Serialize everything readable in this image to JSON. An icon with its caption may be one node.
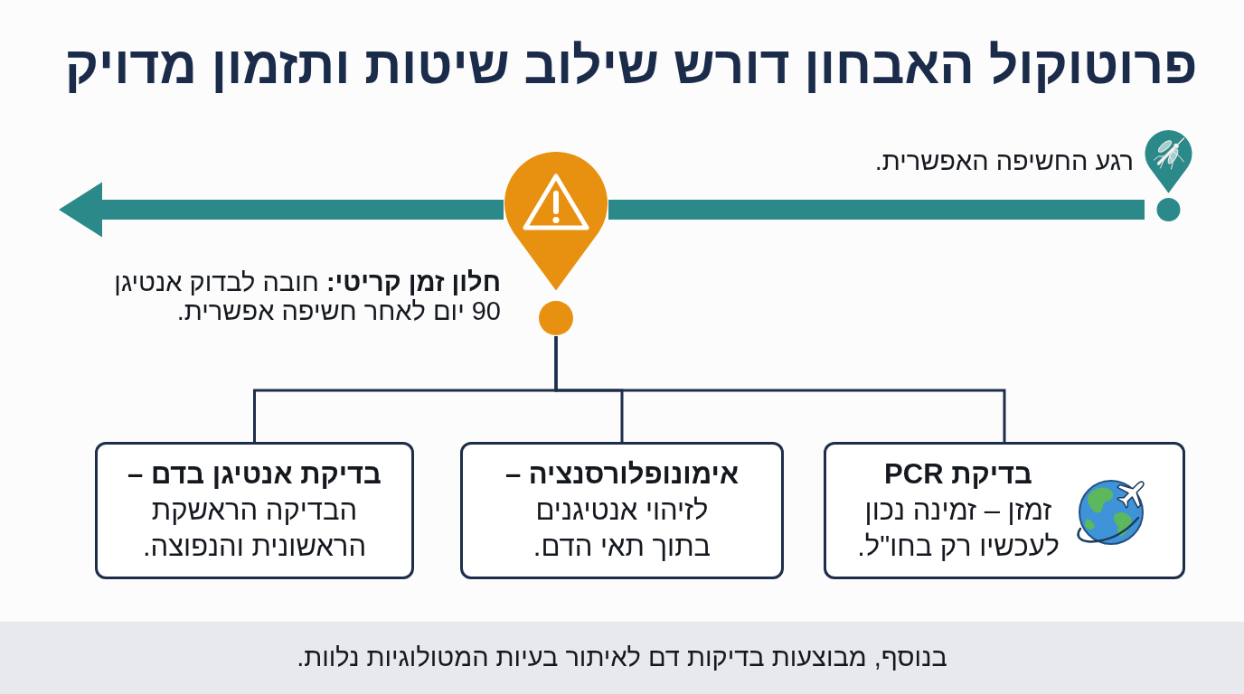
{
  "diagram": {
    "title": "פרוטוקול האבחון דורש שילוב שיטות ותזמון מדויק",
    "nodes": [
      {
        "text": [],
        "shape": "picture",
        "beside": [
          "רגע החשיפה האפשרית."
        ]
      },
      {
        "text": [],
        "shape": "picture",
        "beside": [
          "**חלון זמן קריטי:** חובה לבדוק אנטיגן 90 יום לאחר חשיפה אפשרית."
        ]
      },
      {
        "text": [
          "בדיקת PCR",
          "זמזן – זמינה נכון לעכשיו רק בחו\"ל."
        ]
      },
      {
        "text": [
          "אימונופלורסנציה –",
          "לזיהוי אנטיגנים בתוך תאי הדם."
        ]
      },
      {
        "text": [
          "בדיקת אנטיגן בדם –",
          "הבדיקה הראשקת הראשונית והנפוצה."
        ]
      },
      {
        "text": [
          "בנוסף, מבוצעות בדיקות דם לאיתור בעיות המטולוגיות נלוות."
        ]
      }
    ],
    "edges": [
      {
        "from": 0,
        "to": 1,
        "arrow": "none",
        "style": "thick",
        "color": "#2b8a89"
      },
      {
        "from": 1,
        "to": null,
        "arrow": "to",
        "style": "thick",
        "color": "#2b8a89"
      },
      {
        "from": 1,
        "to": 2,
        "arrow": "none"
      },
      {
        "from": 1,
        "to": 3,
        "arrow": "none"
      },
      {
        "from": 1,
        "to": 4,
        "arrow": "none"
      }
    ]
  }
}
